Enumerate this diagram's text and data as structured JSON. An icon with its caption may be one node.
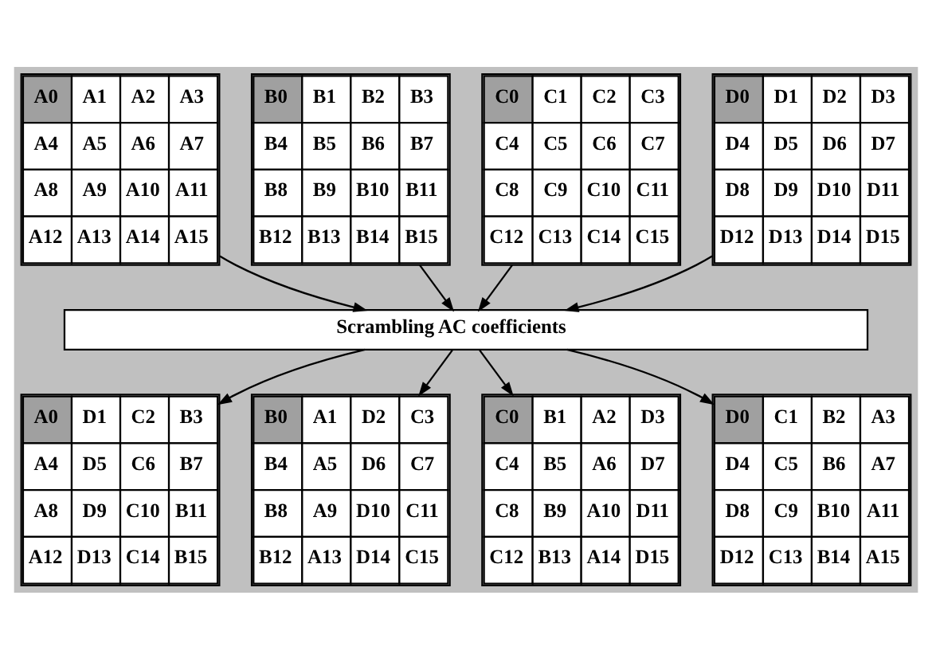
{
  "diagram": {
    "nodes": [
      {
        "text": [
          "A0",
          "A1",
          "A2",
          "A3",
          "A4",
          "A5",
          "A6",
          "A7",
          "A8",
          "A9",
          "A10",
          "A11",
          "A12",
          "A13",
          "A14",
          "A15"
        ]
      },
      {
        "text": [
          "B0",
          "B1",
          "B2",
          "B3",
          "B4",
          "B5",
          "B6",
          "B7",
          "B8",
          "B9",
          "B10",
          "B11",
          "B12",
          "B13",
          "B14",
          "B15"
        ]
      },
      {
        "text": [
          "C0",
          "C1",
          "C2",
          "C3",
          "C4",
          "C5",
          "C6",
          "C7",
          "C8",
          "C9",
          "C10",
          "C11",
          "C12",
          "C13",
          "C14",
          "C15"
        ]
      },
      {
        "text": [
          "D0",
          "D1",
          "D2",
          "D3",
          "D4",
          "D5",
          "D6",
          "D7",
          "D8",
          "D9",
          "D10",
          "D11",
          "D12",
          "D13",
          "D14",
          "D15"
        ]
      },
      {
        "text": [
          "Scrambling AC coefficients"
        ]
      },
      {
        "text": [
          "A0",
          "D1",
          "C2",
          "B3",
          "A4",
          "D5",
          "C6",
          "B7",
          "A8",
          "D9",
          "C10",
          "B11",
          "A12",
          "D13",
          "C14",
          "B15"
        ]
      },
      {
        "text": [
          "B0",
          "A1",
          "D2",
          "C3",
          "B4",
          "A5",
          "D6",
          "C7",
          "B8",
          "A9",
          "D10",
          "C11",
          "B12",
          "A13",
          "D14",
          "C15"
        ]
      },
      {
        "text": [
          "C0",
          "B1",
          "A2",
          "D3",
          "C4",
          "B5",
          "A6",
          "D7",
          "C8",
          "B9",
          "A10",
          "D11",
          "C12",
          "B13",
          "A14",
          "D15"
        ]
      },
      {
        "text": [
          "D0",
          "C1",
          "B2",
          "A3",
          "D4",
          "C5",
          "B6",
          "A7",
          "D8",
          "C9",
          "B10",
          "A11",
          "D12",
          "C13",
          "B14",
          "A15"
        ]
      }
    ],
    "edges": [
      {
        "from": 0,
        "to": 4,
        "arrow": "to"
      },
      {
        "from": 1,
        "to": 4,
        "arrow": "to"
      },
      {
        "from": 2,
        "to": 4,
        "arrow": "to"
      },
      {
        "from": 3,
        "to": 4,
        "arrow": "to"
      },
      {
        "from": 4,
        "to": 5,
        "arrow": "to"
      },
      {
        "from": 4,
        "to": 6,
        "arrow": "to"
      },
      {
        "from": 4,
        "to": 7,
        "arrow": "to"
      },
      {
        "from": 4,
        "to": 8,
        "arrow": "to"
      }
    ]
  }
}
